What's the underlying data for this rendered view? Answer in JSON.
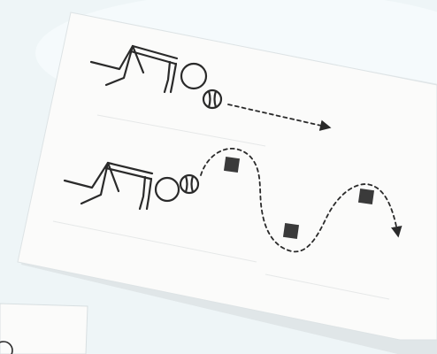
{
  "scene": {
    "background_color": "#eef5f7",
    "card_color": "#fbfbfa",
    "line_color": "#2a2a2a",
    "block_color": "#3a3a3a"
  },
  "drills": [
    {
      "figure": "crawling-child-pushing-ball-with-head",
      "path": "straight-dotted-arrow"
    },
    {
      "figure": "crawling-child-pushing-ball-with-head",
      "path": "slalom-dotted-arrow-around-obstacles",
      "obstacle_count": 3
    }
  ]
}
